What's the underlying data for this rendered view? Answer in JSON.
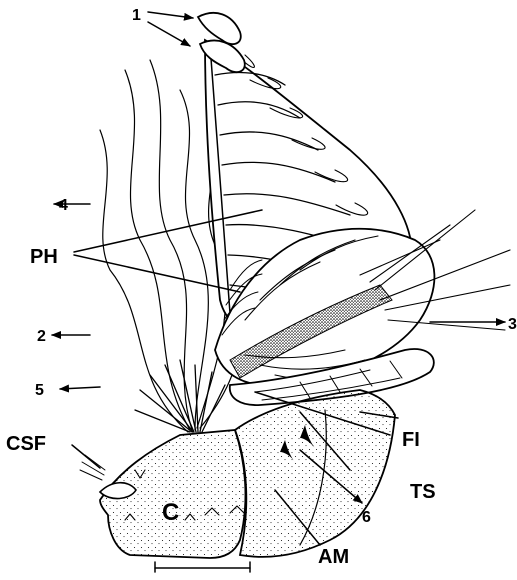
{
  "labels": {
    "n1": "1",
    "n2": "2",
    "n3": "3",
    "n4": "4",
    "n5": "5",
    "n6": "6",
    "PH": "PH",
    "CSF": "CSF",
    "C": "C",
    "FI": "FI",
    "TS": "TS",
    "AM": "AM"
  }
}
